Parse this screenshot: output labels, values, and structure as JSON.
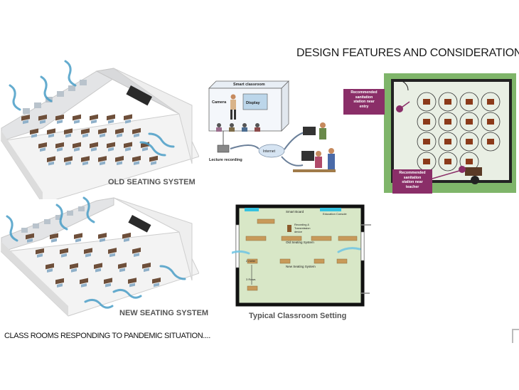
{
  "slide": {
    "heading": "DESIGN FEATURES AND CONSIDERATION",
    "footer": "CLASS ROOMS RESPONDING TO PANDEMIC SITUATION...."
  },
  "old_room": {
    "caption": "OLD SEATING SYSTEM"
  },
  "new_room": {
    "caption": "NEW SEATING SYSTEM"
  },
  "smart_classroom": {
    "title": "Smart classroom",
    "camera": "Camera",
    "display": "Display",
    "lecture": "Lecture recording",
    "internet": "Internet"
  },
  "floor_plan": {
    "label_entry": [
      "Recommended",
      "sanitation",
      "station near",
      "entry"
    ],
    "label_teacher": [
      "Recommended",
      "sanitation",
      "station near",
      "teacher"
    ]
  },
  "typical": {
    "caption": "Typical Classroom Setting",
    "board": "Smart Board",
    "console": "Education Console",
    "recording": [
      "Recording &",
      "Transmission",
      "device"
    ],
    "old_seating": "Old Seating System",
    "new_seating": "New Seating System",
    "distance": "2 meter",
    "spacing": "3 Rows"
  },
  "colors": {
    "wall": "#e9eaec",
    "floor": "#f1f1f1",
    "desk": "#6e4f3a",
    "chair": "#8fb0c9",
    "airflow": "#4a9ec7",
    "plan_green": "#7fb56a",
    "plan_floor": "#d8e7c7",
    "callout": "#8a2e68"
  }
}
